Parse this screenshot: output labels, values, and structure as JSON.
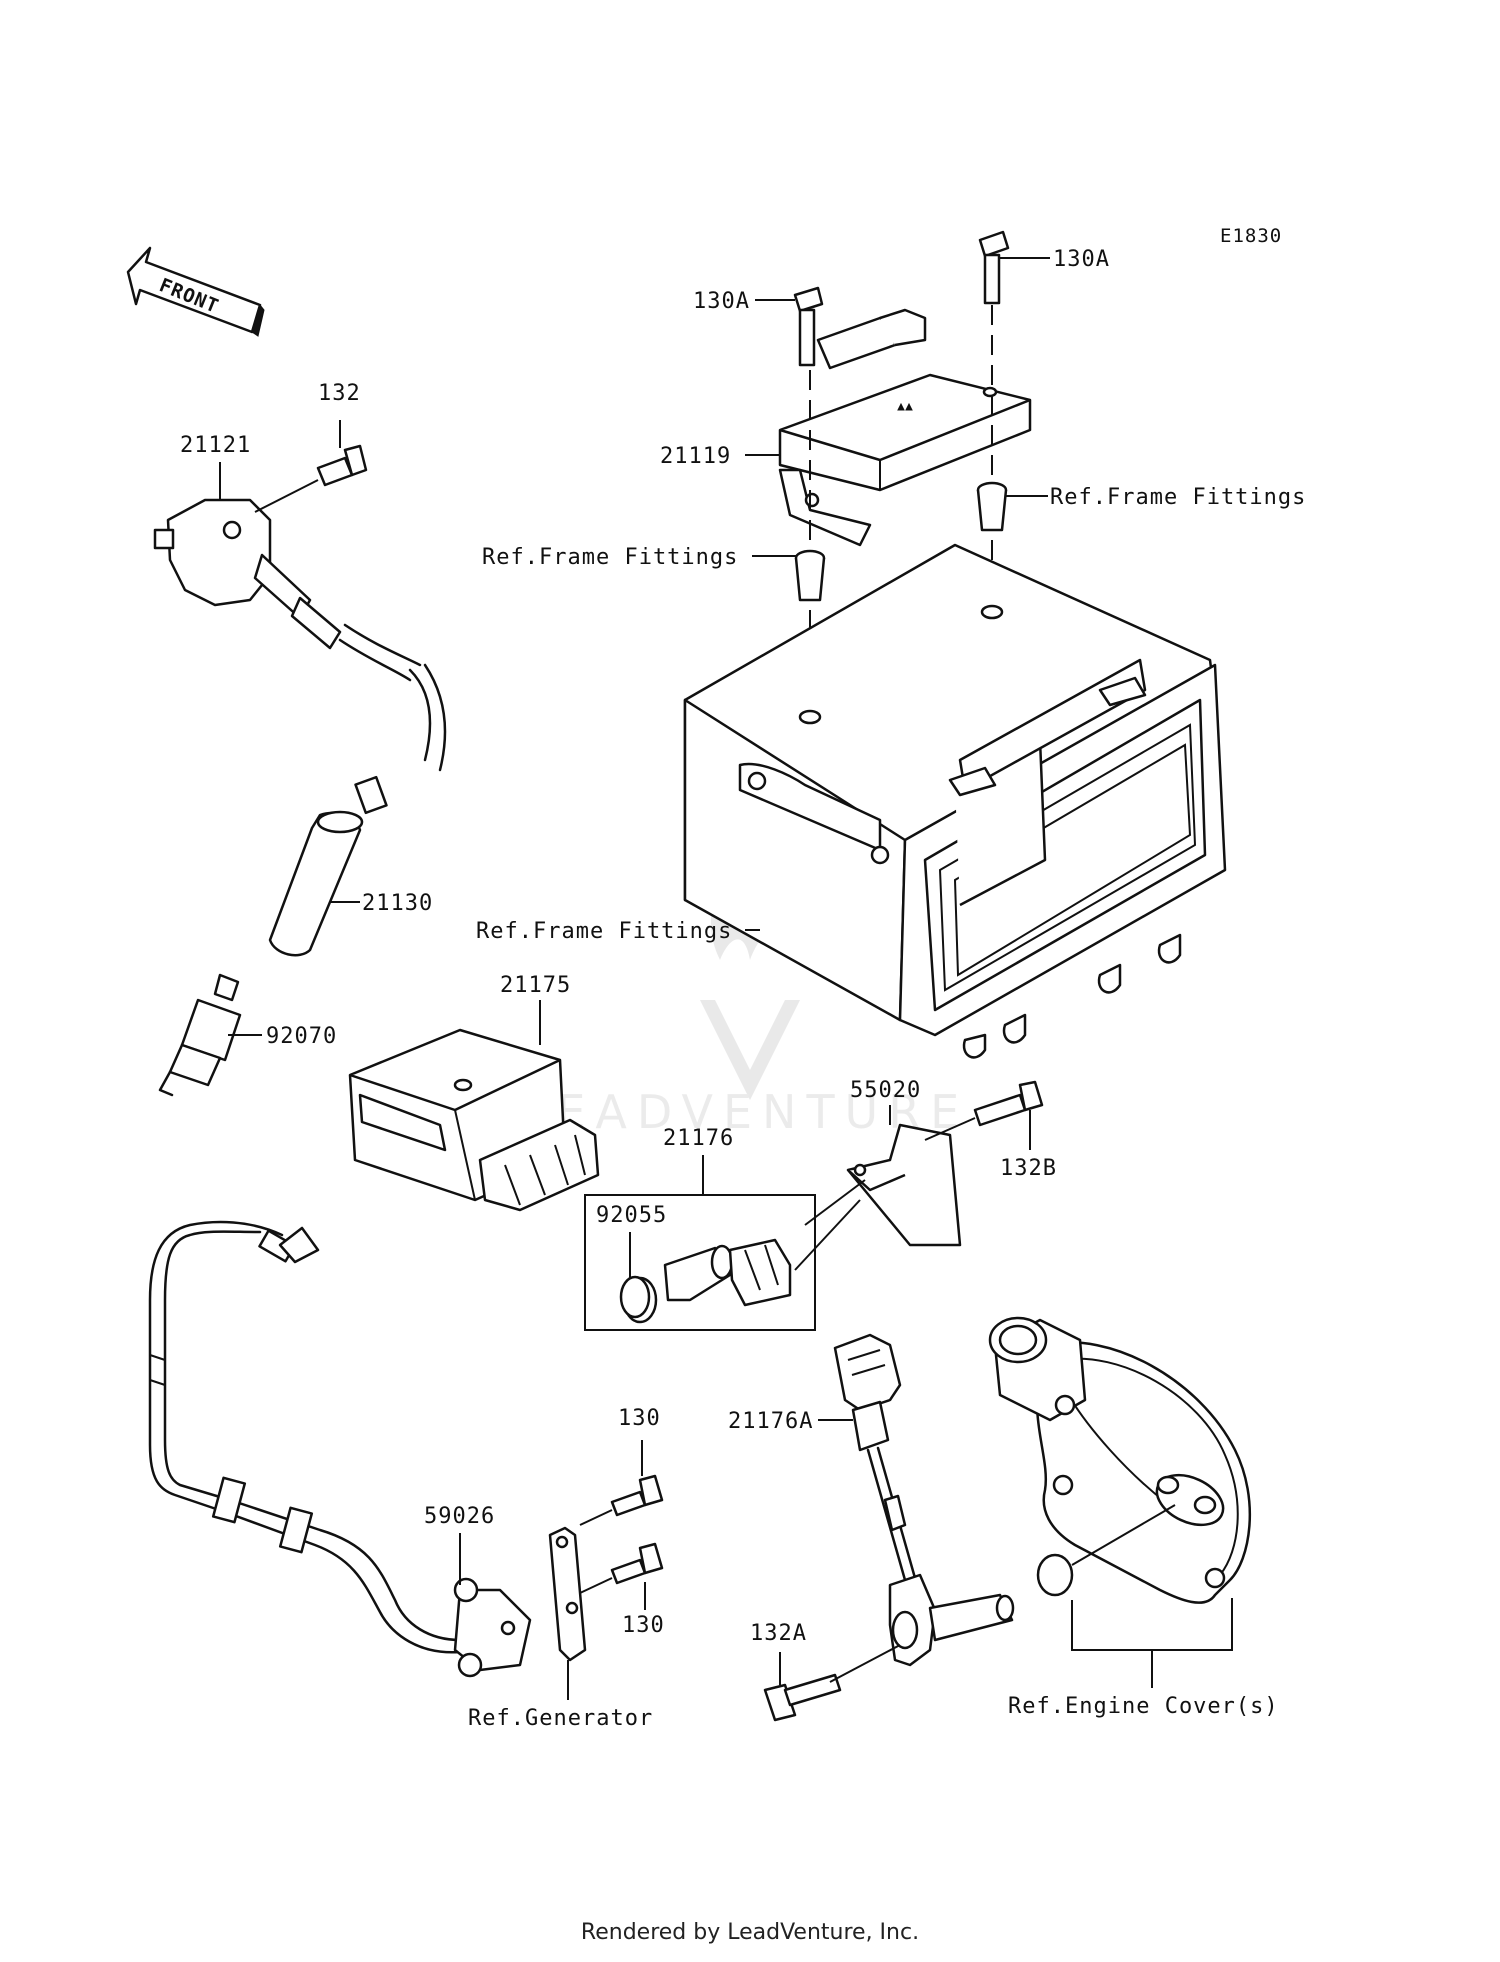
{
  "diagram_code": "E1830",
  "front_label": "FRONT",
  "watermark": "LEADVENTURE",
  "callouts": {
    "p130A_top": "130A",
    "p130A_left": "130A",
    "p132": "132",
    "p21121": "21121",
    "p21119": "21119",
    "ref_frame_right": "Ref.Frame Fittings",
    "ref_frame_left": "Ref.Frame Fittings",
    "p21130": "21130",
    "ref_frame_box": "Ref.Frame Fittings",
    "p21175": "21175",
    "p92070": "92070",
    "p55020": "55020",
    "p21176": "21176",
    "p132B": "132B",
    "p92055": "92055",
    "p130_top": "130",
    "p21176A": "21176A",
    "p59026": "59026",
    "p130_bottom": "130",
    "p132A": "132A",
    "ref_generator": "Ref.Generator",
    "ref_engine_cover": "Ref.Engine Cover(s)"
  },
  "footer": "Rendered by LeadVenture, Inc."
}
